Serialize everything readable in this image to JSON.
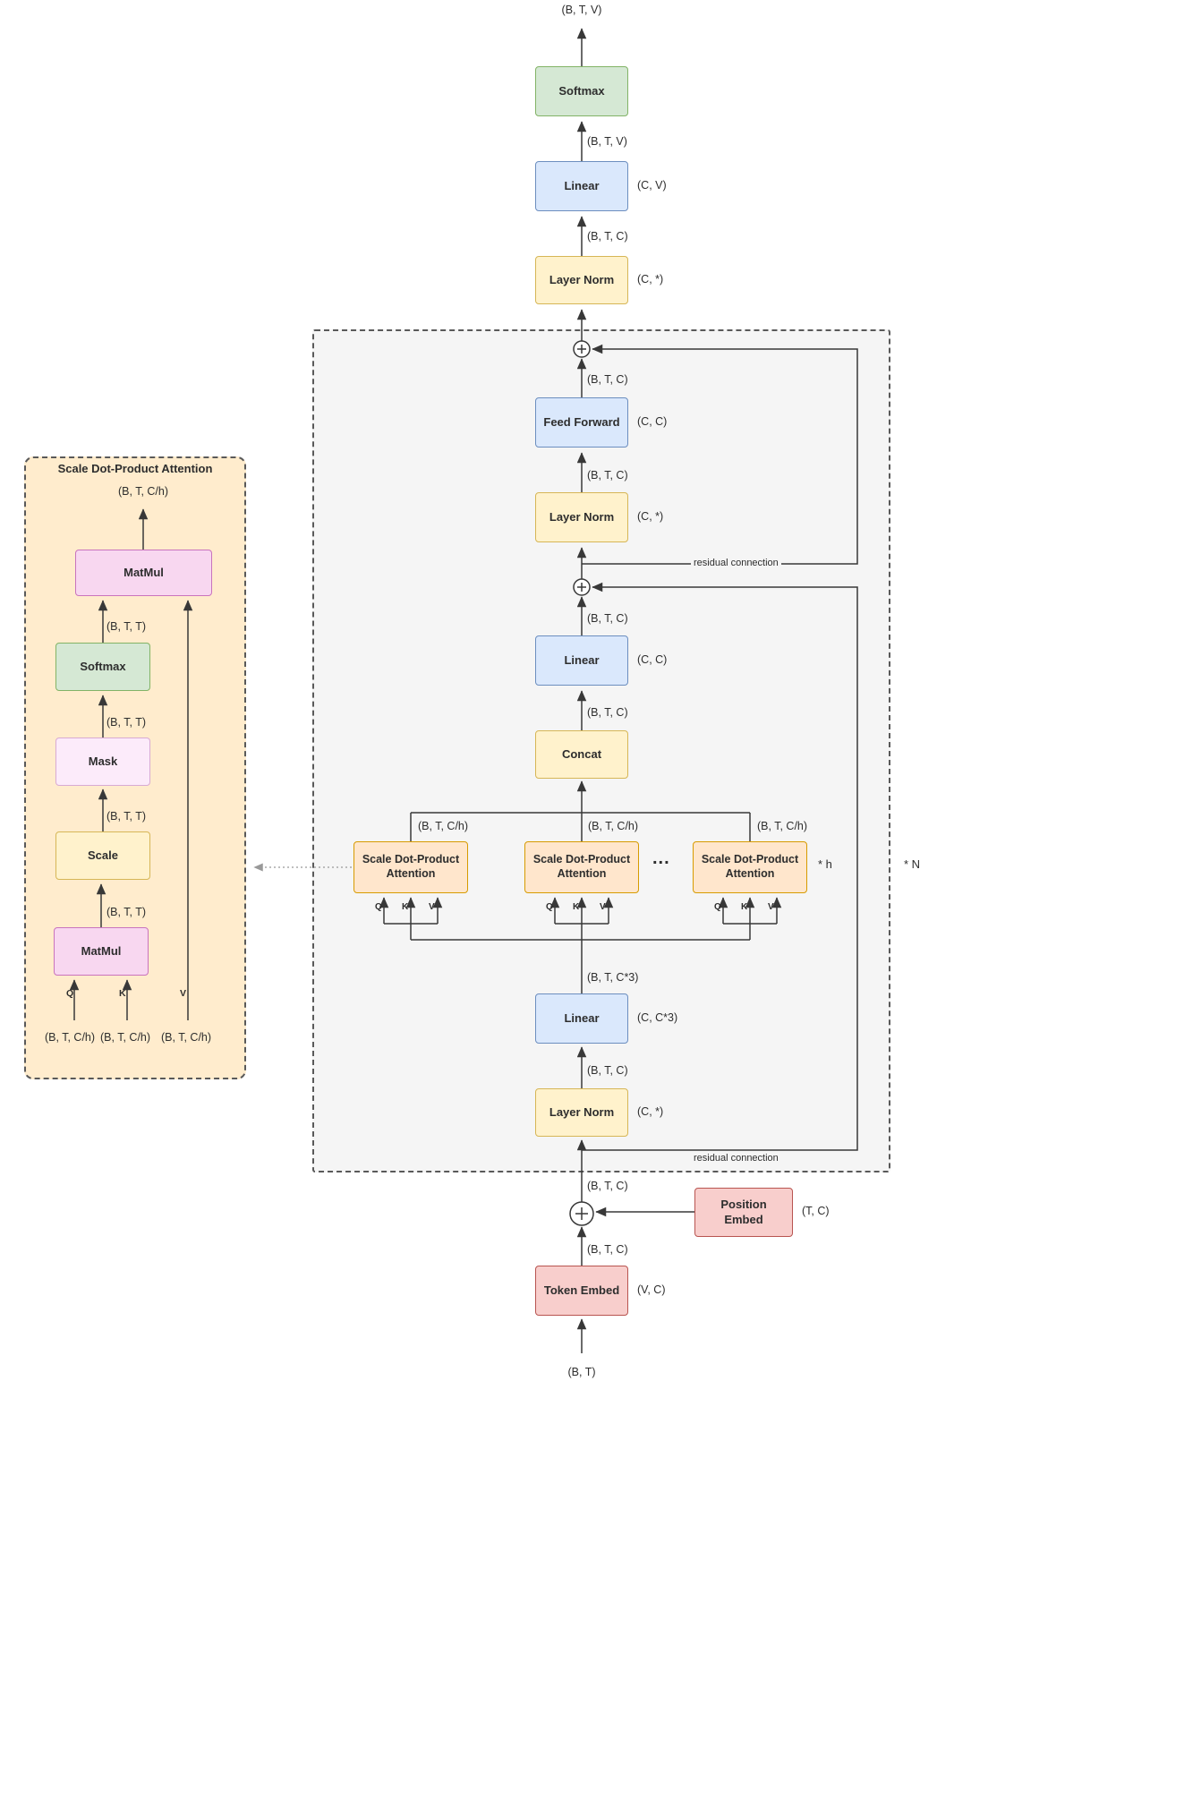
{
  "colors": {
    "node_green_fill": "#d5e8d4",
    "node_green_stroke": "#82b366",
    "node_blue_fill": "#dae8fc",
    "node_blue_stroke": "#6c8ebf",
    "node_yellow_fill": "#fff2cc",
    "node_yellow_stroke": "#d6b656",
    "node_orange_fill": "#ffe6cc",
    "node_orange_stroke": "#d79b00",
    "node_red_fill": "#f8cecc",
    "node_red_stroke": "#b85450",
    "node_pink_fill": "#f8d7f0",
    "node_pink_stroke": "#c973bd",
    "node_lightpink_fill": "#fcebfa",
    "node_lightpink_stroke": "#d8aad3",
    "block_panel_fill": "#f5f5f5",
    "attn_panel_fill": "#ffeccd",
    "wire": "#383838"
  },
  "main": {
    "out_dim": "(B, T, V)",
    "softmax_label": "Softmax",
    "softmax_in_dim": "(B, T, V)",
    "linear_label": "Linear",
    "linear_param": "(C, V)",
    "linear_in_dim": "(B, T, C)",
    "layernorm_label": "Layer Norm",
    "layernorm_param": "(C, *)",
    "block_in_dim": "(B, T, C)",
    "pos_embed_label": "Position Embed",
    "pos_embed_param": "(T, C)",
    "token_out_dim": "(B, T, C)",
    "token_embed_label": "Token Embed",
    "token_embed_param": "(V, C)",
    "input_dim": "(B, T)"
  },
  "block": {
    "repeat_label": "* N",
    "ff_out_dim": "(B, T, C)",
    "feed_forward_label": "Feed Forward",
    "feed_forward_param": "(C, C)",
    "ff_in_dim": "(B, T, C)",
    "layernorm2_label": "Layer Norm",
    "layernorm2_param": "(C, *)",
    "residual_upper_label": "residual connection",
    "residual_lower_label": "residual connection",
    "proj_out_dim": "(B, T, C)",
    "linear_proj_label": "Linear",
    "linear_proj_param": "(C, C)",
    "concat_out_dim": "(B, T, C)",
    "concat_label": "Concat",
    "head_label": "Scale Dot-Product Attention",
    "head_out_dim": "(B, T, C/h)",
    "heads_ellipsis": "...",
    "heads_repeat_label": "* h",
    "q_label": "Q",
    "k_label": "K",
    "v_label": "V",
    "qkv_dim": "(B, T, C*3)",
    "linear_qkv_label": "Linear",
    "linear_qkv_param": "(C, C*3)",
    "ln1_out_dim": "(B, T, C)",
    "layernorm1_label": "Layer Norm",
    "layernorm1_param": "(C, *)"
  },
  "attn_detail": {
    "title": "Scale Dot-Product Attention",
    "out_dim": "(B, T, C/h)",
    "matmul_top_label": "MatMul",
    "dim_tt": "(B, T, T)",
    "softmax_label": "Softmax",
    "mask_label": "Mask",
    "scale_label": "Scale",
    "matmul_bottom_label": "MatMul",
    "q_label": "Q",
    "k_label": "K",
    "v_label": "V",
    "q_dim": "(B, T, C/h)",
    "k_dim": "(B, T, C/h)",
    "v_dim": "(B, T, C/h)"
  }
}
